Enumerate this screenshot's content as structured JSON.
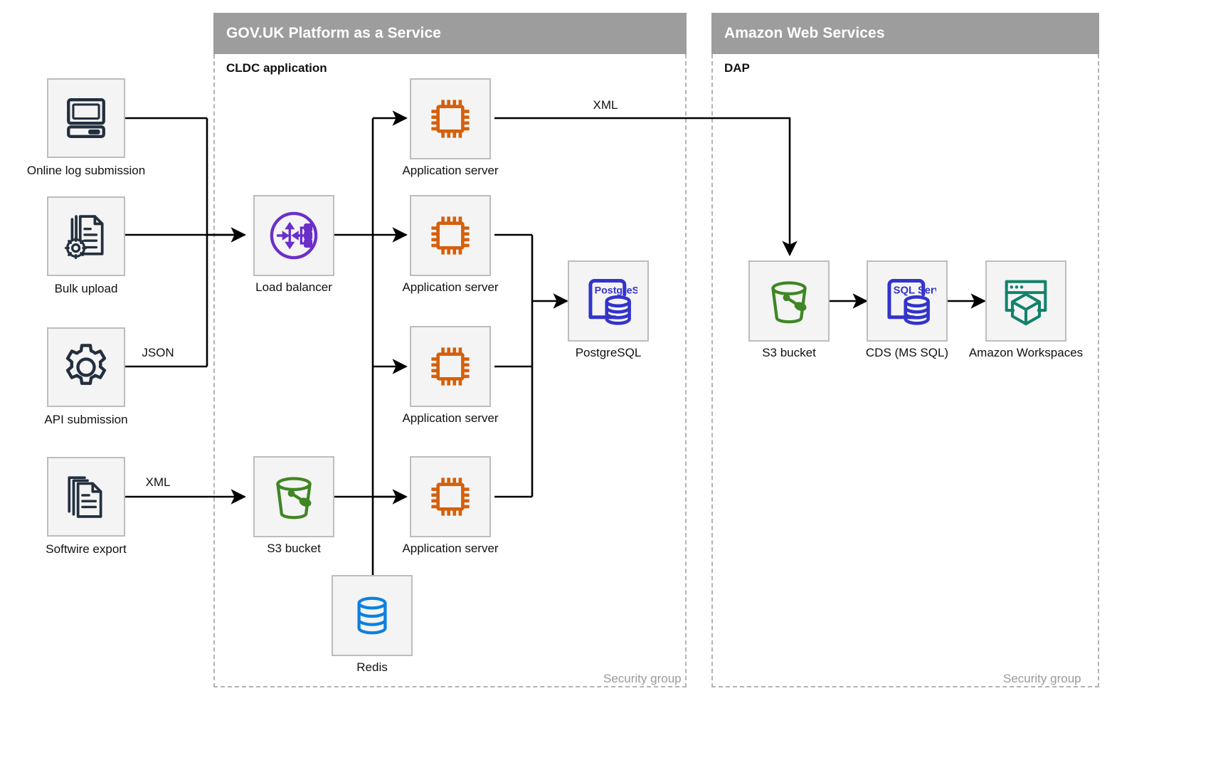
{
  "groups": [
    {
      "id": "paas",
      "title": "GOV.UK Platform as a Service",
      "sublabel": "CLDC application",
      "security_label": "Security group"
    },
    {
      "id": "aws",
      "title": "Amazon Web Services",
      "sublabel": "DAP",
      "security_label": "Security group"
    }
  ],
  "nodes": {
    "online_log_submission": {
      "label": "Online log submission",
      "icon": "desktop-computer-icon",
      "color": "#232f3e"
    },
    "bulk_upload": {
      "label": "Bulk upload",
      "icon": "document-gear-icon",
      "color": "#232f3e"
    },
    "api_submission": {
      "label": "API submission",
      "icon": "gear-icon",
      "color": "#232f3e"
    },
    "softwire_export": {
      "label": "Softwire export",
      "icon": "documents-stack-icon",
      "color": "#232f3e"
    },
    "load_balancer": {
      "label": "Load balancer",
      "icon": "load-balancer-icon",
      "color": "#6b2fc9"
    },
    "app_server_1": {
      "label": "Application server",
      "icon": "cpu-chip-icon",
      "color": "#d4600c"
    },
    "app_server_2": {
      "label": "Application server",
      "icon": "cpu-chip-icon",
      "color": "#d4600c"
    },
    "app_server_3": {
      "label": "Application server",
      "icon": "cpu-chip-icon",
      "color": "#d4600c"
    },
    "app_server_4": {
      "label": "Application server",
      "icon": "cpu-chip-icon",
      "color": "#d4600c"
    },
    "postgresql": {
      "label": "PostgreSQL",
      "icon": "postgresql-database-icon",
      "color": "#3333cc",
      "badge": "PostgreSQL"
    },
    "s3_paas": {
      "label": "S3 bucket",
      "icon": "s3-bucket-icon",
      "color": "#3f8624"
    },
    "redis": {
      "label": "Redis",
      "icon": "redis-database-icon",
      "color": "#0d80e0"
    },
    "s3_aws": {
      "label": "S3 bucket",
      "icon": "s3-bucket-icon",
      "color": "#3f8624"
    },
    "cds_ms_sql": {
      "label": "CDS (MS SQL)",
      "icon": "sql-server-database-icon",
      "color": "#3333cc",
      "badge": "SQL Server"
    },
    "amazon_workspaces": {
      "label": "Amazon Workspaces",
      "icon": "amazon-workspaces-icon",
      "color": "#12826b"
    }
  },
  "edge_labels": {
    "api_json": "JSON",
    "softwire_xml": "XML",
    "appserver_xml": "XML"
  },
  "colors": {
    "header_bar": "#9d9d9d",
    "tile_fill": "#f4f4f4",
    "tile_border": "#bdbdbd",
    "dashed_border": "#b3b3b3",
    "connector": "#000000",
    "security_label": "#9a9a9a"
  }
}
